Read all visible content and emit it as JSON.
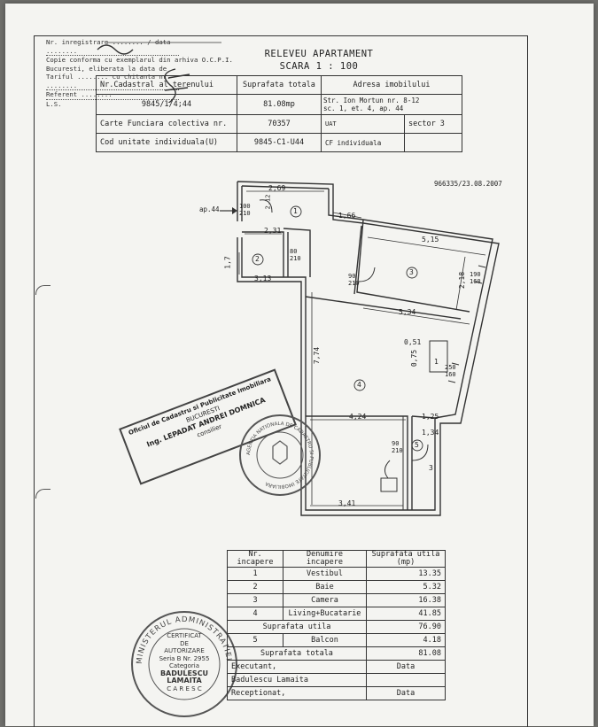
{
  "registration": {
    "line1": "Nr. inregistrare ........ / data ........",
    "line2": "Copie conforma cu exemplarul din arhiva O.C.P.I.",
    "line3": "Bucuresti, eliberata la data de",
    "line4": "Tariful ........ cu chitanta nr. ........",
    "line5": "Referent ........",
    "line6": "L.S."
  },
  "title": {
    "line1": "RELEVEU APARTAMENT",
    "line2": "SCARA 1 : 100"
  },
  "header": {
    "h_nr_cad": "Nr.Cadastral al terenului",
    "h_suprafata": "Suprafata totala",
    "h_adresa": "Adresa imobilului",
    "nr_cad": "9845/1/4;44",
    "suprafata": "81.08mp",
    "adresa1": "Str. Ion Mortun  nr. 8-12",
    "adresa2": "sc. 1, et. 4, ap. 44",
    "h_cf": "Carte Funciara colectiva nr.",
    "cf_nr": "70357",
    "uat_label": "UAT",
    "uat_value": "sector 3",
    "h_cod": "Cod unitate individuala(U)",
    "cod": "9845-C1-U44",
    "cf_individuala": "CF individuala"
  },
  "ref_number": "966335/23.08.2007",
  "plan": {
    "ap": "ap.44",
    "dims": {
      "d269": "2,69",
      "d212": "2,12",
      "d231": "2,31",
      "d166": "1,66",
      "d515": "5,15",
      "d313": "3,13",
      "d17": "1,7",
      "d218": "2,18",
      "d534": "5,34",
      "d774": "7,74",
      "d051": "0,51",
      "d075": "0,75",
      "d1": "1",
      "d424": "4,24",
      "d125": "1,25",
      "d134": "1,34",
      "d3": "3",
      "d341": "3,41"
    },
    "doors": {
      "a1": "100",
      "a2": "210",
      "b1": "80",
      "b2": "210",
      "c1": "90",
      "c2": "210",
      "d1": "190",
      "d2": "160",
      "e1": "250",
      "e2": "160",
      "f1": "90",
      "f2": "210"
    },
    "rooms": {
      "r1": "1",
      "r2": "2",
      "r3": "3",
      "r4": "4",
      "r5": "5"
    }
  },
  "stamps": {
    "ocpi_l1": "Oficiul de Cadastru si Publicitate Imobiliara",
    "ocpi_l2": "BUCURESTI",
    "ocpi_l3": "Ing. LEPADAT ANDREI DOMNICA",
    "ocpi_l4": "consilier",
    "agentia": "AGENTIA NATIONALA DE CADASTRU SI PUBLICITATE IMOBILIARA",
    "min_ring": "MINISTERUL ADMINISTRATIEI",
    "min_l1": "CERTIFICAT",
    "min_l2": "DE",
    "min_l3": "AUTORIZARE",
    "min_l4": "Seria B  Nr. 2955",
    "min_l5": "Categoria",
    "min_l6": "BADULESCU",
    "min_l7": "LAMAITA",
    "min_l8": "C A R E S C"
  },
  "rooms_table": {
    "h_nr": "Nr.",
    "h_nr2": "incapere",
    "h_den": "Denumire",
    "h_den2": "incapere",
    "h_sup": "Suprafata utila",
    "h_sup2": "(mp)",
    "rows": [
      {
        "nr": "1",
        "name": "Vestibul",
        "area": "13.35"
      },
      {
        "nr": "2",
        "name": "Baie",
        "area": "5.32"
      },
      {
        "nr": "3",
        "name": "Camera",
        "area": "16.38"
      },
      {
        "nr": "4",
        "name": "Living+Bucatarie",
        "area": "41.85"
      }
    ],
    "utila_label": "Suprafata utila",
    "utila_value": "76.90",
    "balcon_nr": "5",
    "balcon_name": "Balcon",
    "balcon_area": "4.18",
    "totala_label": "Suprafata totala",
    "totala_value": "81.08",
    "executant_label": "Executant,",
    "executant_date": "Data",
    "executant_name": "Badulescu Lamaita",
    "receptionat_label": "Receptionat,",
    "receptionat_date": "Data"
  }
}
